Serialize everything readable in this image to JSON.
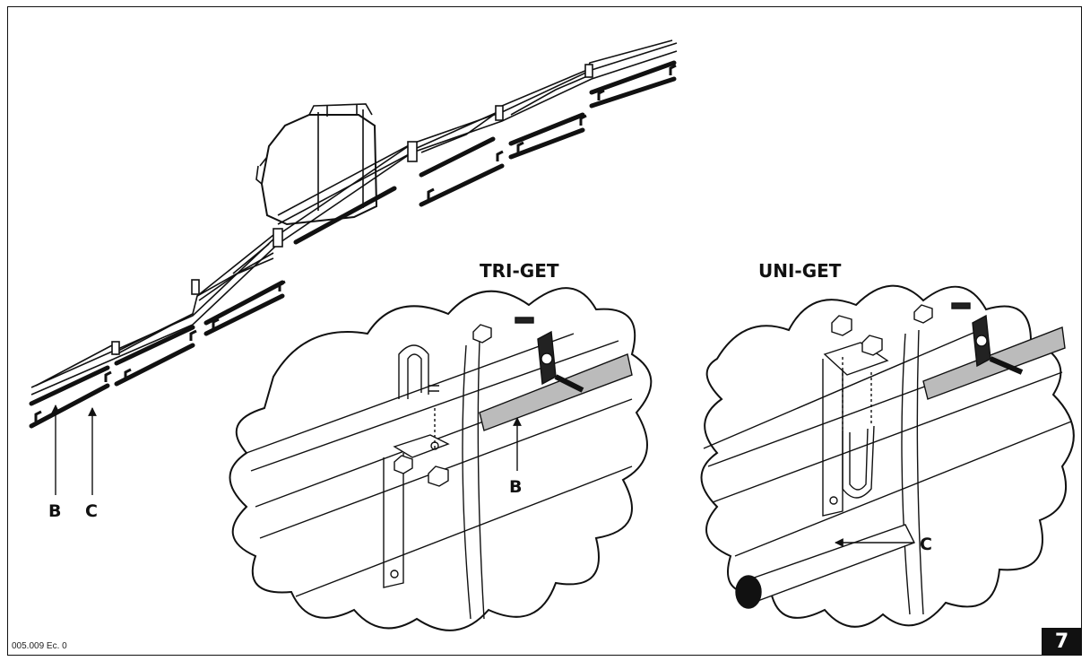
{
  "labels": {
    "left_b": "B",
    "left_c": "C",
    "tri_get_title": "TRI-GET",
    "uni_get_title": "UNI-GET",
    "detail_b": "B",
    "detail_c": "C"
  },
  "footer": {
    "reference": "005.009 Ec. 0",
    "page_number": "7"
  }
}
